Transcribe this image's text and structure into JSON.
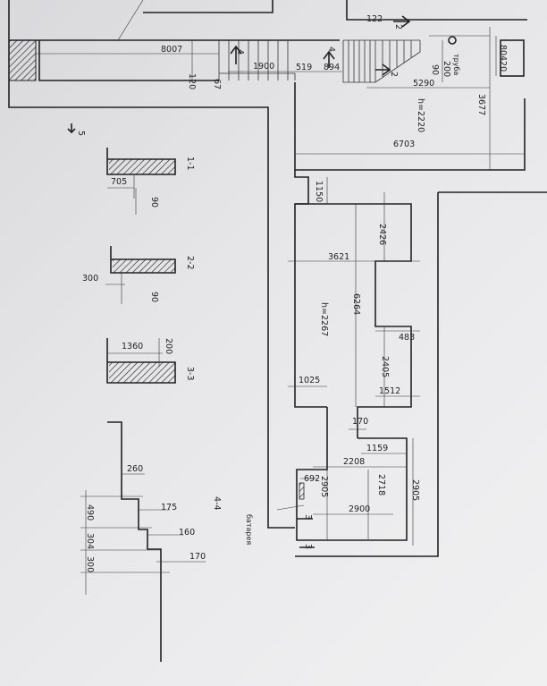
{
  "dims": {
    "top_122": "122",
    "d8007": "8007",
    "d120": "120",
    "d1900": "1900",
    "d67": "67",
    "d519": "519",
    "d894": "894",
    "d200": "200",
    "d90a": "90",
    "d5290": "5290",
    "h2220": "h=2220",
    "d3677": "3677",
    "d420": "420",
    "d80": "80",
    "d6703": "6703",
    "d1150": "1150",
    "d2426": "2426",
    "d3621": "3621",
    "d6264": "6264",
    "h2267": "h=2267",
    "d483": "483",
    "d2405": "2405",
    "d1025": "1025",
    "d1512": "1512",
    "d170a": "170",
    "d1159": "1159",
    "d2208": "2208",
    "d692": "692",
    "d2905a": "2905",
    "d2718": "2718",
    "d2900": "2900",
    "d2905b": "2905"
  },
  "sections": {
    "s11_label": "1-1",
    "s11_w": "705",
    "s11_h": "90",
    "s22_label": "2-2",
    "s22_w": "300",
    "s22_h": "90",
    "s33_label": "3-3",
    "s33_w": "1360",
    "s33_h": "200",
    "s44_label": "4-4",
    "s44_260": "260",
    "s44_175": "175",
    "s44_490": "490",
    "s44_160": "160",
    "s44_304": "304",
    "s44_170": "170",
    "s44_300": "300"
  },
  "markers": {
    "m4a": "4",
    "m4b": "4",
    "m2a": "2",
    "m2b": "2",
    "m5": "5",
    "m3a": "3",
    "m3b": "3"
  },
  "notes": {
    "pipe": "труба",
    "battery": "батарея"
  },
  "colors": {
    "paper": "#e6e6e8",
    "ink": "#222222"
  }
}
